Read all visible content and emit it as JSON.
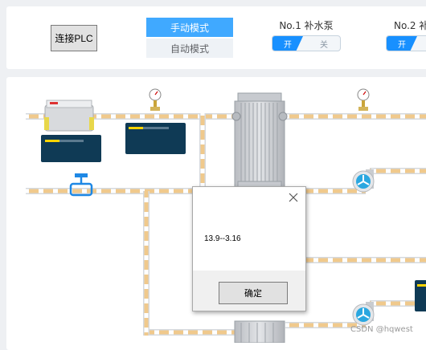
{
  "toolbar": {
    "connect_label": "连接PLC",
    "mode_manual": "手动模式",
    "mode_auto": "自动模式",
    "pump1_title": "No.1 补水泵",
    "pump2_title": "No.2 补",
    "switch_on": "开",
    "switch_off": "关"
  },
  "colors": {
    "accent": "#40a9ff",
    "switch_on": "#1890ff",
    "pipe": "#f0c98c",
    "pipe_border": "#d5d9de",
    "display_panel": "#0f3a55",
    "indicator": "#ffd400"
  },
  "dialog": {
    "message": "13.9--3.16",
    "ok_label": "确定"
  },
  "watermark": "CSDN @hqwest"
}
